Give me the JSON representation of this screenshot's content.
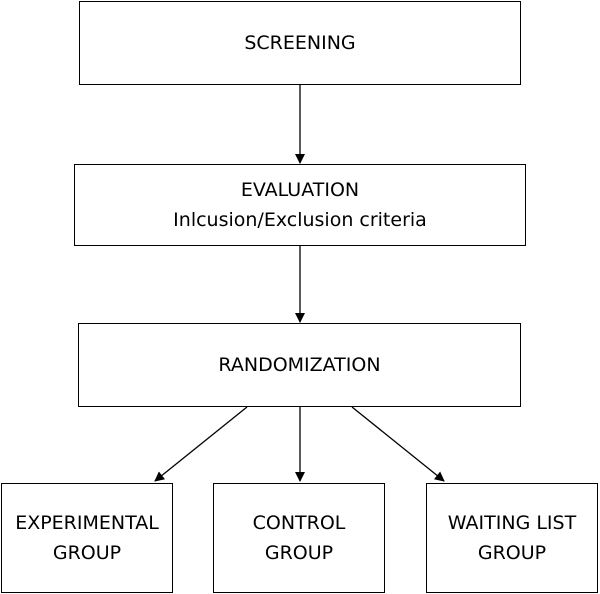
{
  "diagram": {
    "nodes": {
      "screening": {
        "lines": [
          "SCREENING"
        ]
      },
      "evaluation": {
        "lines": [
          "EVALUATION",
          "Inlcusion/Exclusion criteria"
        ]
      },
      "randomization": {
        "lines": [
          "RANDOMIZATION"
        ]
      },
      "experimental": {
        "lines": [
          "EXPERIMENTAL",
          "GROUP"
        ]
      },
      "control": {
        "lines": [
          "CONTROL",
          "GROUP"
        ]
      },
      "waiting": {
        "lines": [
          "WAITING LIST",
          "GROUP"
        ]
      }
    },
    "edges": [
      {
        "from": "screening",
        "to": "evaluation"
      },
      {
        "from": "evaluation",
        "to": "randomization"
      },
      {
        "from": "randomization",
        "to": "experimental"
      },
      {
        "from": "randomization",
        "to": "control"
      },
      {
        "from": "randomization",
        "to": "waiting"
      }
    ],
    "colors": {
      "stroke": "#000000",
      "fill": "#ffffff",
      "text": "#000000"
    }
  }
}
